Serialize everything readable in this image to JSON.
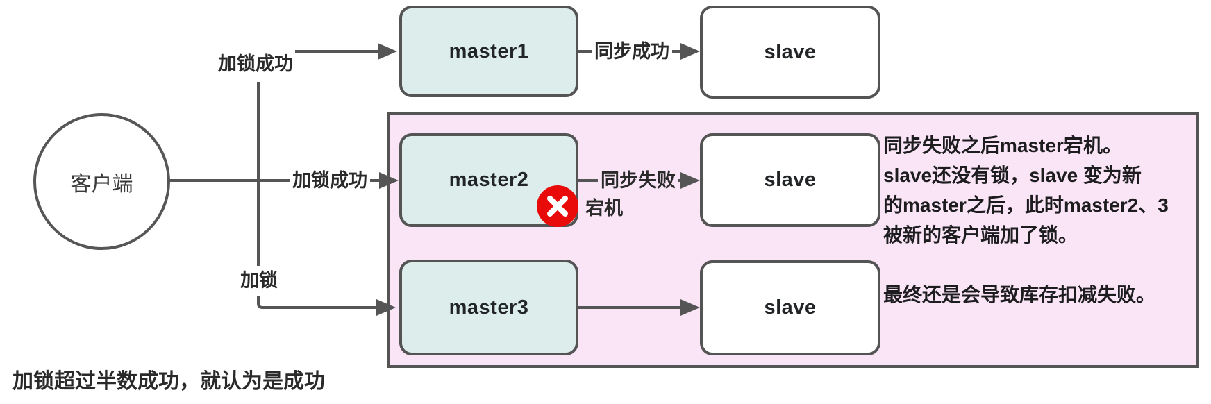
{
  "diagram_title": "",
  "client": {
    "label": "客户端"
  },
  "edge_labels": {
    "row1_lock": "加锁成功",
    "row1_sync": "同步成功",
    "row2_lock": "加锁成功",
    "row2_sync": "同步失败",
    "row3_lock": "加锁",
    "crash": "宕机"
  },
  "nodes": {
    "master1": "master1",
    "slave1": "slave",
    "master2": "master2",
    "slave2": "slave",
    "master3": "master3",
    "slave3": "slave"
  },
  "icons": {
    "crash_badge": "x-cross-in-red-circle"
  },
  "pink_region_note": {
    "lines": [
      "同步失败之后master宕机。",
      "slave还没有锁，slave 变为新",
      "的master之后，此时master2、3",
      "被新的客户端加了锁。",
      "",
      "最终还是会导致库存扣减失败。"
    ]
  },
  "footer": {
    "text": "加锁超过半数成功，就认为是成功"
  },
  "colors": {
    "master_fill": "#dcedec",
    "slave_fill": "#ffffff",
    "pink_region_fill": "#fae5f6",
    "border": "#545454",
    "line": "#555555",
    "crash_red": "#e80b0a",
    "text": "#1d1d1f"
  }
}
